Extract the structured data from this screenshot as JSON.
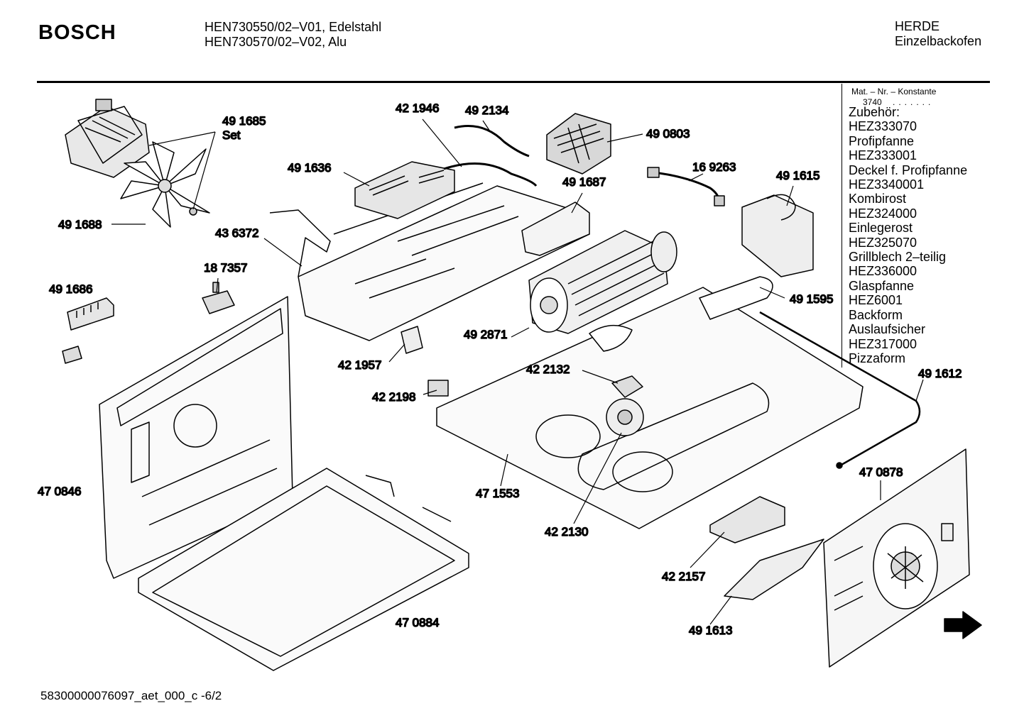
{
  "header": {
    "brand": "BOSCH",
    "model_line_1": "HEN730550/02–V01, Edelstahl",
    "model_line_2": "HEN730570/02–V02,  Alu",
    "category_line_1": "HERDE",
    "category_line_2": "Einzelbackofen"
  },
  "accessories": {
    "mat_label": "Mat. – Nr. – Konstante",
    "constant": "3740",
    "items": [
      "Zubehör:",
      "HEZ333070",
      "Profipfanne",
      "HEZ333001",
      "Deckel f. Profipfanne",
      "HEZ3340001",
      "Kombirost",
      "HEZ324000",
      "Einlegerost",
      "HEZ325070",
      "Grillblech 2–teilig",
      "HEZ336000",
      "Glaspfanne",
      "HEZ6001",
      "Backform",
      "Auslaufsicher",
      "HEZ317000",
      "Pizzaform"
    ]
  },
  "parts": {
    "p491685": "49 1685",
    "p491685_set": "Set",
    "p491688": "49 1688",
    "p491636": "49 1636",
    "p421946": "42 1946",
    "p492134": "49 2134",
    "p490803": "49 0803",
    "p169263": "16 9263",
    "p491615": "49 1615",
    "p491687": "49 1687",
    "p436372": "43 6372",
    "p187357": "18 7357",
    "p491686": "49 1686",
    "p491595": "49 1595",
    "p492871": "49 2871",
    "p421957": "42 1957",
    "p422132": "42 2132",
    "p422198": "42 2198",
    "p491612": "49 1612",
    "p470846": "47 0846",
    "p471553": "47 1553",
    "p470878": "47 0878",
    "p422130": "42 2130",
    "p422157": "42 2157",
    "p491613": "49 1613",
    "p470884": "47 0884"
  },
  "footer": {
    "code": "58300000076097_aet_000_c  -6/2"
  },
  "icons": {
    "next": "arrow-right-icon"
  }
}
